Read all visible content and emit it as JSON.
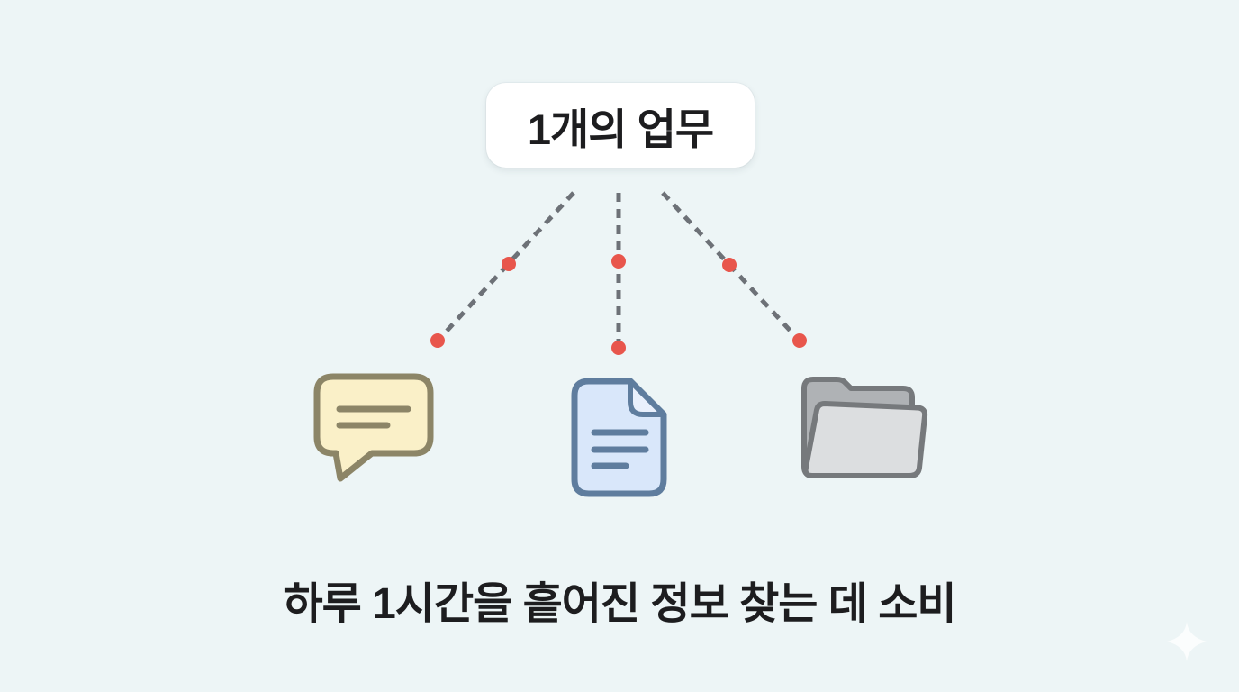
{
  "diagram": {
    "title": "1개의 업무",
    "caption": "하루 1시간을 흩어진 정보 찾는 데 소비",
    "source_icons": [
      {
        "icon": "speech-bubble-icon"
      },
      {
        "icon": "document-icon"
      },
      {
        "icon": "folder-icon"
      }
    ],
    "connector_count": 3
  },
  "colors": {
    "background": "#edf5f6",
    "card_bg": "#ffffff",
    "text_dark": "#1d1d1f",
    "line_gray": "#6d7177",
    "dot_red": "#e8564c",
    "bubble_fill": "#faf0c8",
    "bubble_stroke": "#8c8567",
    "doc_fill": "#d9e7fa",
    "doc_fold": "#e9f0fc",
    "doc_stroke": "#5f7d9e",
    "folder_back": "#afb2b5",
    "folder_front": "#dcdee0",
    "folder_stroke": "#76797c",
    "sparkle": "#ffffff"
  }
}
